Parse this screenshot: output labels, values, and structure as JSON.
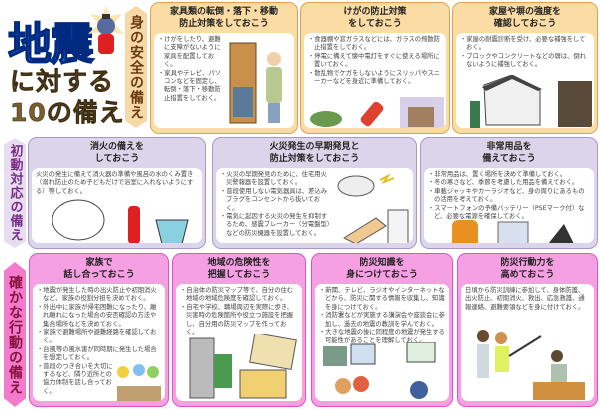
{
  "title": {
    "main": "地震",
    "sub1": "に対する",
    "sub2": "10の備え"
  },
  "sections": [
    {
      "label": "身の安全の備え",
      "color": "#e0a050"
    },
    {
      "label": "初動対応の備え",
      "color": "#a898c8"
    },
    {
      "label": "確かな行動の備え",
      "color": "#e050c8"
    }
  ],
  "cards": [
    {
      "title1": "家具類の転倒・落下・移動",
      "title2": "防止対策をしておこう",
      "items": [
        "けがをしたり、避難に支障がないように家具を配置しておく。",
        "家具やテレビ、パソコンなどを固定し、転倒・落下・移動防止措置をしておく。"
      ]
    },
    {
      "title1": "けがの防止対策",
      "title2": "をしておこう",
      "items": [
        "食器棚や窓ガラスなどには、ガラスの飛散防止措置をしておく。",
        "停電に備えて懐中電灯をすぐに使える場所に置いておく。",
        "散乱物でケガをしないようにスリッパやスニーカーなどを身近に準備しておく。"
      ]
    },
    {
      "title1": "家屋や塀の強度を",
      "title2": "確認しておこう",
      "items": [
        "家屋の耐震診断を受け、必要な補強をしておく。",
        "ブロックやコンクリートなどの塀は、倒れないように補強しておく。"
      ]
    },
    {
      "title1": "消火の備えを",
      "title2": "しておこう",
      "text": "火災の発生に備えて消火器の準備や風呂の水のくみ置き（溺れ防止のため子どもだけで浴室に入れないようにする）等しておく。"
    },
    {
      "title1": "火災発生の早期発見と",
      "title2": "防止対策をしておこう",
      "items": [
        "火災の早期発見のために、住宅用火災警報器を設置しておく。",
        "普段使用しない電気器具は、差込みプラグをコンセントから抜いておく。",
        "電気に起因する火災の発生を抑制するため、感震ブレーカー（分電盤型）などの防災機器を設置しておく。"
      ]
    },
    {
      "title1": "非常用品を",
      "title2": "備えておこう",
      "items": [
        "非常用品は、置く場所を決めて準備しておく。",
        "冬の寒さなど、季節を考慮した用品を備えておく。",
        "車載ジャッキやカーラジオなど、身の周りにあるものの活用を考えておく。",
        "スマートフォンの予備バッテリー（PSEマーク付）など、必要な電源を確保しておく。"
      ]
    },
    {
      "title1": "家族で",
      "title2": "話し合っておこう",
      "items": [
        "地震が発生した時の出火防止や初期消火など、家族の役割分担を決めておく。",
        "外出中に家族が帰宅困難になったり、離れ離れになった場合の安否確認の方法や集合場所などを決めておく。",
        "家族で避難場所や避難経路を確認しておく。",
        "台風等の風水害が同時期に発生した場合を想定しておく。",
        "普段のつき合いを大切にするなど、隣り近所との協力体制を話し合っておく。"
      ]
    },
    {
      "title1": "地域の危険性を",
      "title2": "把握しておこう",
      "items": [
        "自治体の防災マップ等で、自分の住む地域の地域危険度を確認しておく。",
        "自宅や学校、職場周辺を実際に歩き、災害時の危険箇所や役立つ施設を把握し、自分用の防災マップを作っておく。"
      ]
    },
    {
      "title1": "防災知識を",
      "title2": "身につけておこう",
      "items": [
        "新聞、テレビ、ラジオやインターネットなどから、防災に関する情報を収集し、知識を身につけておく。",
        "消防署などが実施する講演会や座談会に参加し、過去の地震の教訓を学んでおく。",
        "大きな地震の後に同程度の地震が発生する可能性があることを理解しておく。"
      ]
    },
    {
      "title1": "防災行動力を",
      "title2": "高めておこう",
      "text": "日頃から防災訓練に参加して、身体防護、出火防止、初期消火、救出、応急救護、通報連絡、避難要領などを身に付けておく。"
    }
  ]
}
